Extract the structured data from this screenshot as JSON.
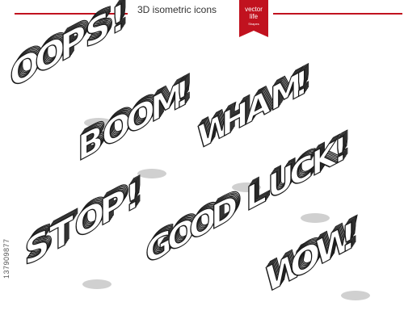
{
  "header": {
    "title": "3D  isometric icons",
    "badge": {
      "line1": "vector",
      "line2": "life",
      "line3": "Shapes"
    }
  },
  "side_id": "137909877",
  "words": [
    "OOPS!",
    "BOOM!",
    "WHAM!",
    "STOP!",
    "GOOD LUCK!",
    "WOW!"
  ],
  "colors": {
    "accent": "#c1121f",
    "line": "#1a1a1a",
    "face": "#ffffff",
    "shadow": "#cfcfcf"
  }
}
